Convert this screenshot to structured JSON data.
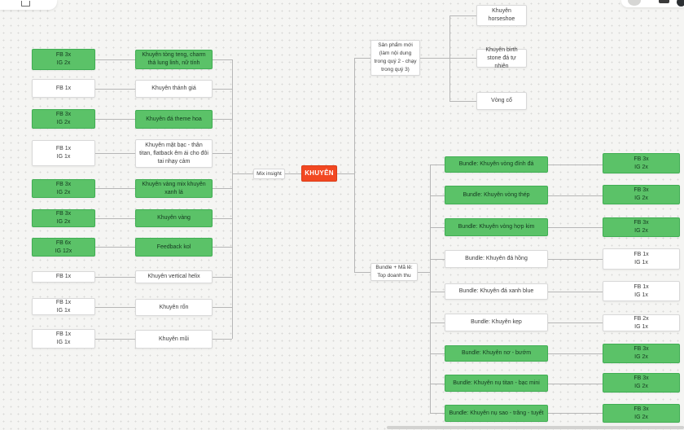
{
  "colors": {
    "accent_red": "#F24822",
    "node_green_fill": "#5BC268",
    "node_green_border": "#40AE53",
    "node_green_text": "#14391F",
    "node_white_fill": "#FFFFFF",
    "node_white_border": "#D8D8D8",
    "connector_gray": "#B6B6B6",
    "canvas_bg": "#F5F5F3"
  },
  "mindmap": {
    "root_label": "KHUYÊN",
    "left_hub_label": "Mix insight",
    "left_rows": [
      {
        "metric": "FB 3x\nIG 2x",
        "product": "Khuyên tòng teng, charm thả lung linh, nữ tính",
        "highlight": true
      },
      {
        "metric": "FB 1x",
        "product": "Khuyên thánh giá",
        "highlight": false
      },
      {
        "metric": "FB 3x\nIG 2x",
        "product": "Khuyên đá theme hoa",
        "highlight": true
      },
      {
        "metric": "FB 1x\nIG 1x",
        "product": "Khuyên mặt bạc - thân titan, flatback êm ái cho đôi tai nhạy cảm",
        "highlight": false
      },
      {
        "metric": "FB 3x\nIG 2x",
        "product": "Khuyên vàng mix khuyên xanh lá",
        "highlight": true
      },
      {
        "metric": "FB 3x\nIG 2x",
        "product": "Khuyên vàng",
        "highlight": true
      },
      {
        "metric": "FB 6x\nIG 12x",
        "product": "Feedback kol",
        "highlight": true
      },
      {
        "metric": "FB 1x",
        "product": "Khuyên vertical helix",
        "highlight": false
      },
      {
        "metric": "FB 1x\nIG 1x",
        "product": "Khuyên rốn",
        "highlight": false
      },
      {
        "metric": "FB 1x\nIG 1x",
        "product": "Khuyên mũi",
        "highlight": false
      }
    ],
    "new_products": {
      "hub_label": "Sản phẩm mới (làm nội dung trong quý 2 - chạy trong quý 3)",
      "items": [
        "Khuyên horseshoe",
        "Khuyên birth stone đá tự nhiên",
        "Vòng cổ"
      ]
    },
    "bundles": {
      "hub_label": "Bundle + Mã lẻ:\nTop doanh thu",
      "items": [
        {
          "label": "Bundle: Khuyên vòng đính đá",
          "metric": "FB 3x\nIG 2x",
          "highlight": true
        },
        {
          "label": "Bundle: Khuyên vòng thép",
          "metric": "FB 3x\nIG 2x",
          "highlight": true
        },
        {
          "label": "Bundle: Khuyên vòng hợp kim",
          "metric": "FB 3x\nIG 2x",
          "highlight": true
        },
        {
          "label": "Bundle: Khuyên đá hồng",
          "metric": "FB 1x\nIG 1x",
          "highlight": false
        },
        {
          "label": "Bundle: Khuyên đá xanh blue",
          "metric": "FB 1x\nIG 1x",
          "highlight": false
        },
        {
          "label": "Bundle: Khuyên kẹp",
          "metric": "FB 2x\nIG 1x",
          "highlight": false
        },
        {
          "label": "Bundle: Khuyên nơ - bướm",
          "metric": "FB 3x\nIG 2x",
          "highlight": true
        },
        {
          "label": "Bundle: Khuyên nụ titan - bạc mini",
          "metric": "FB 3x\nIG 2x",
          "highlight": true
        },
        {
          "label": "Bundle: Khuyên nụ sao - trăng - tuyết",
          "metric": "FB 3x\nIG 2x",
          "highlight": true
        }
      ]
    }
  }
}
